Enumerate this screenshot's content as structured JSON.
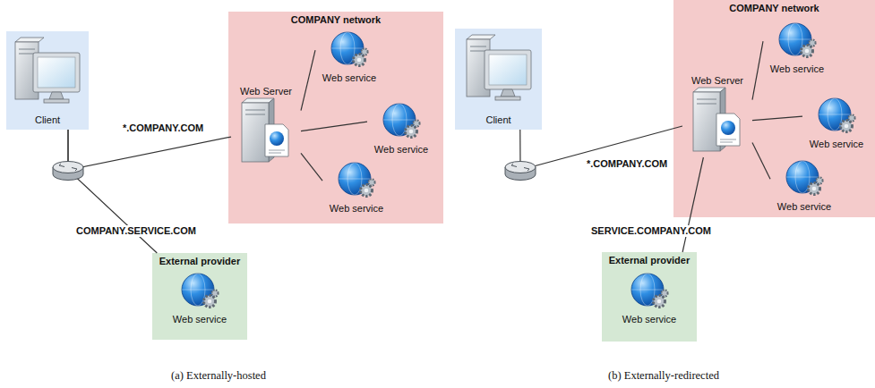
{
  "diagram": {
    "nodes": [
      {
        "text": [
          "Client"
        ]
      },
      {
        "text": [
          "COMPANY network"
        ]
      },
      {
        "text": [
          "Web Server"
        ],
        "in": 1
      },
      {
        "text": [
          "Web service"
        ],
        "in": 1
      },
      {
        "text": [
          "Web service"
        ],
        "in": 1
      },
      {
        "text": [
          "Web service"
        ],
        "in": 1
      },
      {
        "text": [
          "External provider"
        ]
      },
      {
        "text": [
          "Web service"
        ],
        "in": 6
      },
      {
        "text": [
          "Client"
        ]
      },
      {
        "text": [
          "COMPANY network"
        ]
      },
      {
        "text": [
          "Web Server"
        ],
        "in": 9
      },
      {
        "text": [
          "Web service"
        ],
        "in": 9
      },
      {
        "text": [
          "Web service"
        ],
        "in": 9
      },
      {
        "text": [
          "Web service"
        ],
        "in": 9
      },
      {
        "text": [
          "External provider"
        ]
      },
      {
        "text": [
          "Web service"
        ],
        "in": 14
      }
    ],
    "edges": [
      {
        "from": 0,
        "to": 2,
        "arrow": "none",
        "label": "*.COMPANY.COM"
      },
      {
        "from": 0,
        "to": 6,
        "arrow": "none",
        "label": "COMPANY.SERVICE.COM"
      },
      {
        "from": 2,
        "to": 3,
        "arrow": "none"
      },
      {
        "from": 2,
        "to": 4,
        "arrow": "none"
      },
      {
        "from": 2,
        "to": 5,
        "arrow": "none"
      },
      {
        "from": 8,
        "to": 10,
        "arrow": "none",
        "label": "*.COMPANY.COM"
      },
      {
        "from": 10,
        "to": 14,
        "arrow": "none",
        "label": "SERVICE.COMPANY.COM"
      },
      {
        "from": 10,
        "to": 11,
        "arrow": "none"
      },
      {
        "from": 10,
        "to": 12,
        "arrow": "none"
      },
      {
        "from": 10,
        "to": 13,
        "arrow": "none"
      }
    ],
    "labels": [
      "(a) Externally-hosted",
      "(b) Externally-redirected"
    ]
  }
}
